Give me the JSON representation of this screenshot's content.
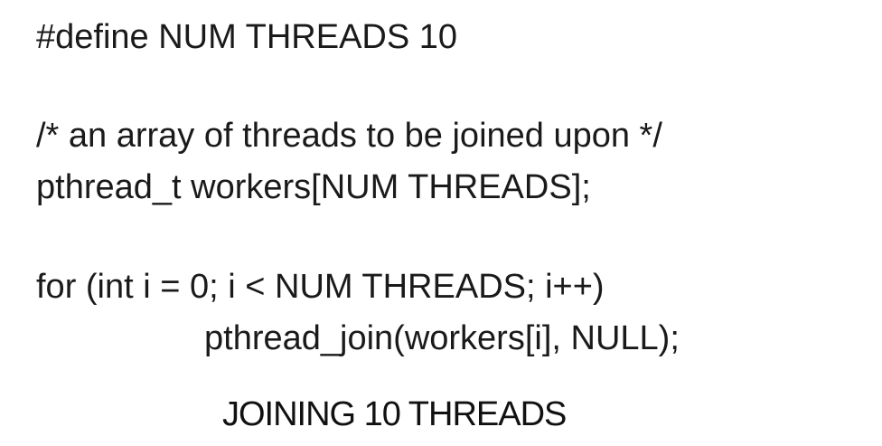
{
  "code": {
    "line_define": "#define NUM THREADS 10",
    "line_comment": "/* an array of threads to be joined upon */",
    "line_declare": "pthread_t workers[NUM THREADS];",
    "line_for": "for (int i = 0; i < NUM THREADS; i++)",
    "line_join": "pthread_join(workers[i], NULL);"
  },
  "caption": "JOINING 10 THREADS"
}
